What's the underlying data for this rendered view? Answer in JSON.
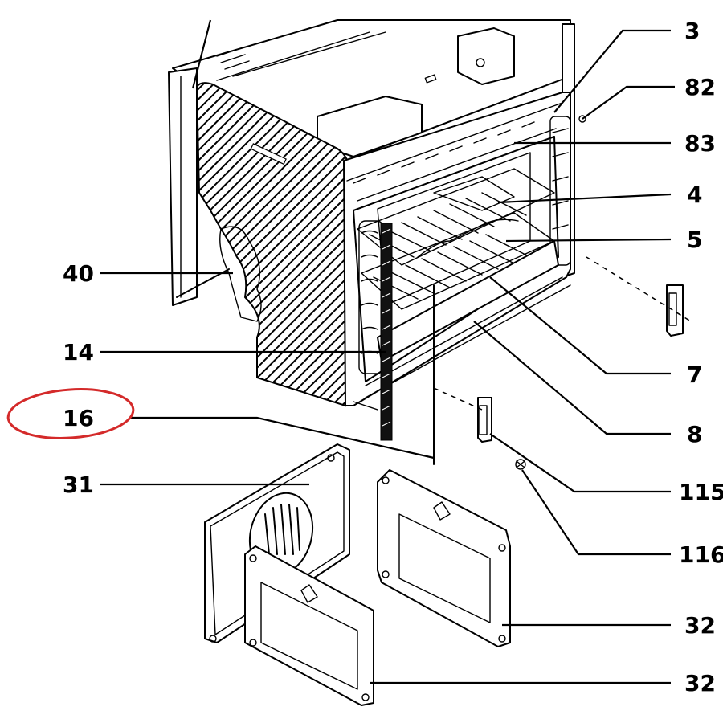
{
  "labels": {
    "p3": "3",
    "p82": "82",
    "p83": "83",
    "p4": "4",
    "p5": "5",
    "p40": "40",
    "p14": "14",
    "p16": "16",
    "p7": "7",
    "p8": "8",
    "p31": "31",
    "p115": "115",
    "p116": "116",
    "p32a": "32",
    "p32b": "32"
  },
  "colors": {
    "ink": "#000000",
    "highlight_circle": "#d42a2a",
    "background": "#ffffff"
  }
}
